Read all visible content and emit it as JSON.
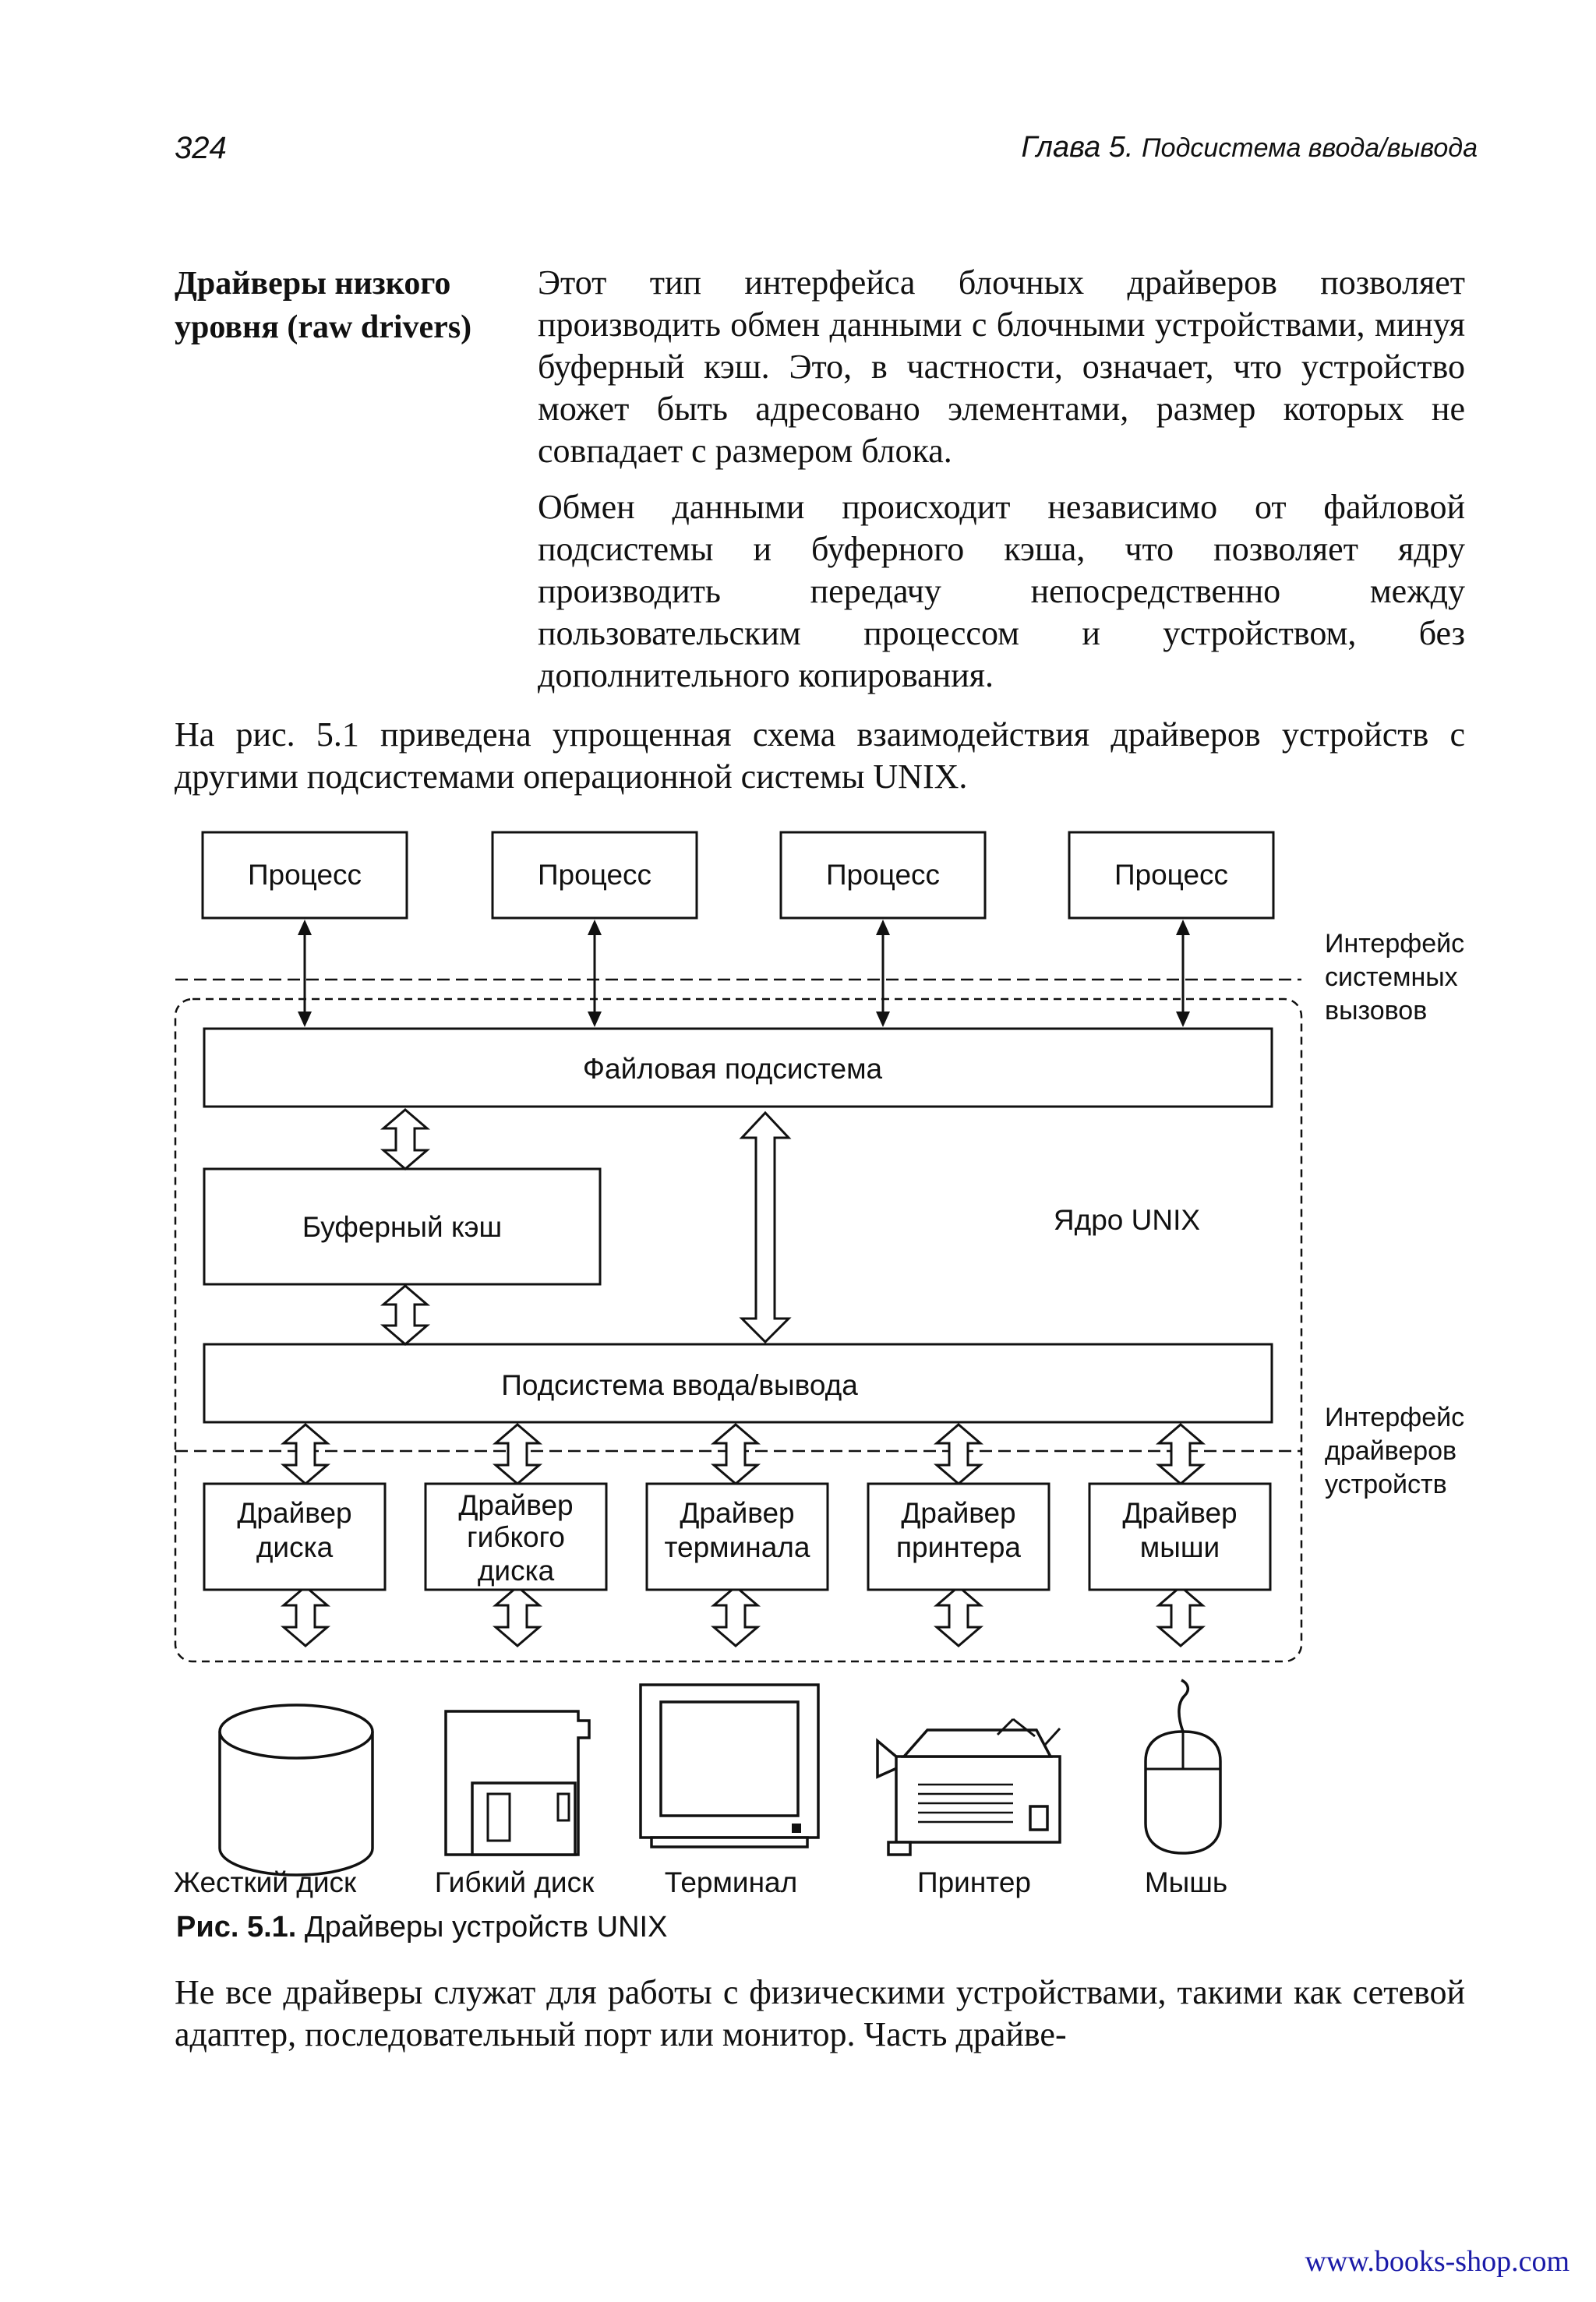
{
  "header": {
    "page_number": "324",
    "chapter": "Глава 5.",
    "chapter_title": "Подсистема ввода/вывода"
  },
  "definition": {
    "term_line1": "Драйверы низкого",
    "term_line2": "уровня (raw drivers)",
    "p1": "Этот тип интерфейса блочных драйверов позволяет производить обмен данными с блочными устройствами, минуя буферный кэш. Это, в частности, означает, что устройство может быть адресовано элементами, размер которых не совпадает с размером блока.",
    "p2": "Обмен данными происходит независимо от файловой подсистемы и буферного кэша, что позволяет ядру производить передачу непосредственно между пользовательским процессом и устройством, без дополнительного копирования."
  },
  "intro": "На рис. 5.1 приведена упрощенная схема взаимодействия драйверов устройств с другими подсистемами операционной системы UNIX.",
  "figure": {
    "processes": [
      "Процесс",
      "Процесс",
      "Процесс",
      "Процесс"
    ],
    "syscall_interface": [
      "Интерфейс",
      "системных",
      "вызовов"
    ],
    "file_subsystem": "Файловая подсистема",
    "buffer_cache": "Буферный кэш",
    "kernel": "Ядро UNIX",
    "io_subsystem": "Подсистема ввода/вывода",
    "driver_interface": [
      "Интерфейс",
      "драйверов",
      "устройств"
    ],
    "drivers": [
      [
        "Драйвер",
        "диска"
      ],
      [
        "Драйвер",
        "гибкого",
        "диска"
      ],
      [
        "Драйвер",
        "терминала"
      ],
      [
        "Драйвер",
        "принтера"
      ],
      [
        "Драйвер",
        "мыши"
      ]
    ],
    "devices": [
      "Жесткий диск",
      "Гибкий диск",
      "Терминал",
      "Принтер",
      "Мышь"
    ],
    "caption_number": "Рис. 5.1.",
    "caption_text": "Драйверы устройств UNIX"
  },
  "after": "Не все драйверы служат для работы с физическими устройствами, такими как сетевой адаптер, последовательный порт или монитор. Часть драйве-",
  "watermark": "www.books-shop.com"
}
